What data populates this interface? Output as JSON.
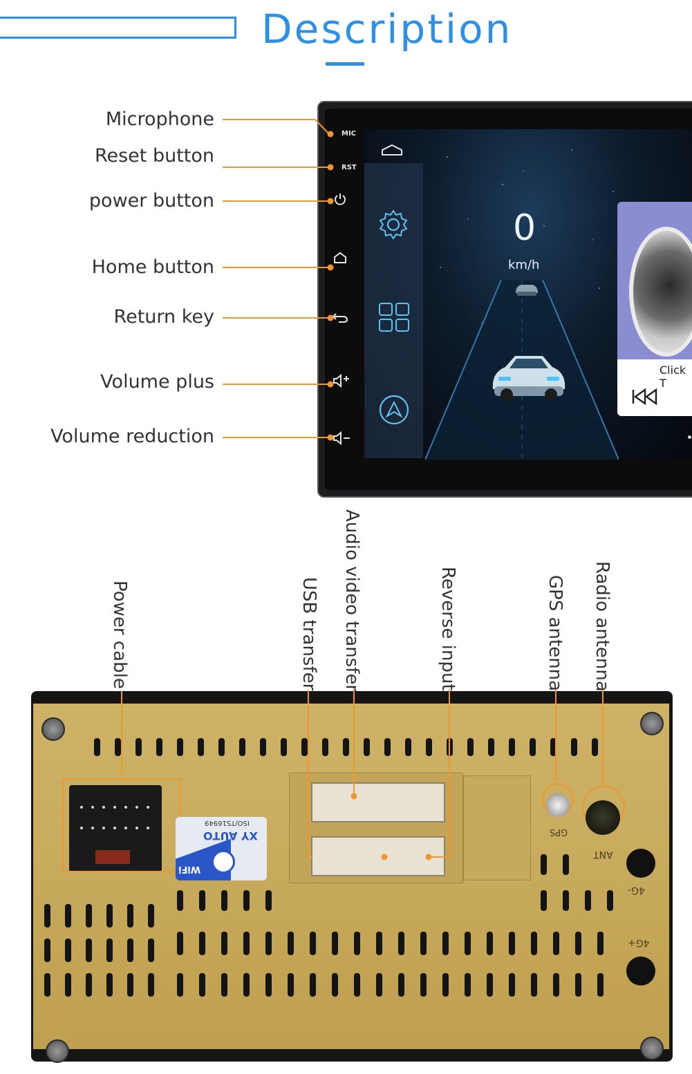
{
  "header": {
    "title": "Description"
  },
  "front_labels": [
    {
      "id": "microphone",
      "label": "Microphone"
    },
    {
      "id": "reset",
      "label": "Reset button"
    },
    {
      "id": "power",
      "label": "power button"
    },
    {
      "id": "home",
      "label": "Home button"
    },
    {
      "id": "return",
      "label": "Return key"
    },
    {
      "id": "vol-plus",
      "label": "Volume plus"
    },
    {
      "id": "vol-minus",
      "label": "Volume reduction"
    }
  ],
  "device": {
    "mic_text": "MIC",
    "rst_text": "RST",
    "speed_value": "0",
    "speed_unit": "km/h",
    "card_text": "Click T"
  },
  "back_labels": [
    {
      "id": "power-cable",
      "label": "Power cable"
    },
    {
      "id": "usb",
      "label": "USB transfer"
    },
    {
      "id": "av",
      "label": "Audio video transfer"
    },
    {
      "id": "reverse",
      "label": "Reverse input"
    },
    {
      "id": "gps",
      "label": "GPS antenna"
    },
    {
      "id": "radio",
      "label": "Radio antenna"
    }
  ],
  "back_panel": {
    "sticker_brand": "XY AUTO",
    "sticker_cert": "ISO/TS16949",
    "sticker_wifi": "WiFi",
    "port_gps": "GPS",
    "port_ant": "ANT",
    "port_4g_minus": "4G-",
    "port_4g_plus": "4G+"
  },
  "colors": {
    "accent": "#2f8fe4",
    "callout": "#f0962e",
    "gold": "#c9ac5e"
  }
}
